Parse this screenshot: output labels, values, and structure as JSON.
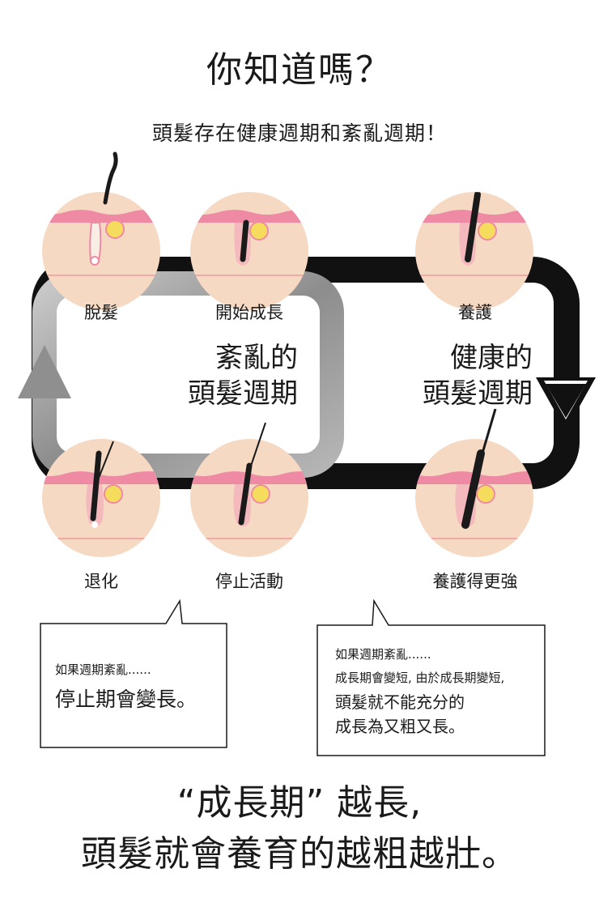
{
  "title": "你知道嗎？",
  "subtitle": "頭髮存在健康週期和紊亂週期！",
  "stages": {
    "shedding": "脫髮",
    "start_growth": "開始成長",
    "nourish": "養護",
    "regress": "退化",
    "stop_activity": "停止活動",
    "nourish_stronger": "養護得更強"
  },
  "cycles": {
    "disordered_line1": "紊亂的",
    "disordered_line2": "頭髮週期",
    "healthy_line1": "健康的",
    "healthy_line2": "頭髮週期"
  },
  "callouts": {
    "left_small": "如果週期紊亂......",
    "left_big": "停止期會變長。",
    "right_small": "如果週期紊亂......",
    "right_mid1": "成長期會變短, 由於成長期變短,",
    "right_mid2": "頭髮就不能充分的",
    "right_mid3": "成長為又粗又長。"
  },
  "footer": {
    "line1": "“成長期” 越長,",
    "line2": "頭髮就會養育的越粗越壯。"
  },
  "colors": {
    "skin": "#f6d9c3",
    "skin_pink": "#ee8aa4",
    "follicle": "#f4b9bd",
    "gland": "#f5dc5c",
    "hair": "#1a1a1a",
    "loop_dark": "#111111",
    "loop_gray": "#9a9a9a"
  }
}
